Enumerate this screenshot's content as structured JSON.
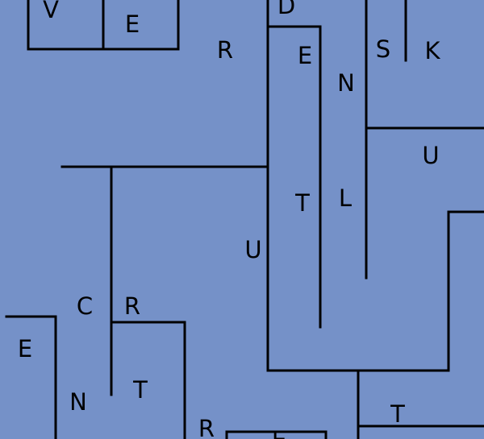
{
  "colors": {
    "background": "#7591c8",
    "line": "#000000",
    "letter": "#000000"
  },
  "letters": [
    "V",
    "E",
    "D",
    "S",
    "K",
    "R",
    "E",
    "N",
    "U",
    "T",
    "L",
    "U",
    "C",
    "R",
    "E",
    "T",
    "N",
    "T",
    "R",
    "E"
  ]
}
